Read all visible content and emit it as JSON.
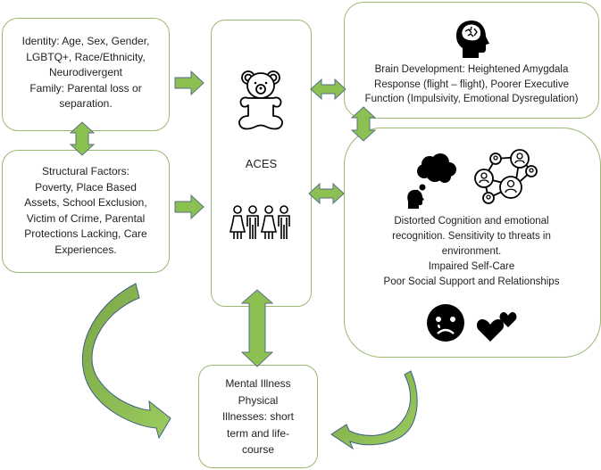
{
  "diagram": {
    "title": "ACES",
    "colors": {
      "box_border": "#9bb872",
      "arrow_fill": "#8cc152",
      "arrow_dark": "#6e9a3c",
      "arrow_outline": "#5b6f8a",
      "icon": "#000000"
    },
    "nodes": {
      "identity": {
        "lines": [
          "Identity: Age, Sex, Gender,",
          "LGBTQ+, Race/Ethnicity,",
          "Neurodivergent",
          "Family: Parental loss or",
          "separation."
        ]
      },
      "structural": {
        "lines": [
          "Structural Factors:",
          "Poverty, Place Based",
          "Assets, School Exclusion,",
          "Victim of Crime, Parental",
          "Protections Lacking, Care",
          "Experiences."
        ]
      },
      "aces": {
        "label": "ACES",
        "icons": [
          "teddy-bear-icon",
          "children-group-icon"
        ]
      },
      "brain": {
        "lines": [
          "Brain Development: Heightened Amygdala",
          "Response (flight – flight), Poorer Executive",
          "Function (Impulsivity, Emotional Dysregulation)"
        ],
        "icon": "brain-head-icon"
      },
      "cognition": {
        "lines": [
          "Distorted Cognition and emotional",
          "recognition. Sensitivity to threats in",
          "environment.",
          "Impaired Self-Care",
          "Poor Social Support and Relationships"
        ],
        "icons": [
          "thought-bubble-head-icon",
          "social-network-icon",
          "sad-face-icon",
          "hearts-icon"
        ]
      },
      "illness": {
        "lines": [
          "Mental Illness",
          "Physical",
          "Illnesses: short",
          "term and life-",
          "course"
        ]
      }
    },
    "edges": [
      {
        "from": "identity",
        "to": "aces",
        "type": "single"
      },
      {
        "from": "structural",
        "to": "aces",
        "type": "single"
      },
      {
        "from": "identity",
        "to": "structural",
        "type": "double"
      },
      {
        "from": "aces",
        "to": "brain",
        "type": "double"
      },
      {
        "from": "aces",
        "to": "cognition",
        "type": "double"
      },
      {
        "from": "brain",
        "to": "cognition",
        "type": "double"
      },
      {
        "from": "aces",
        "to": "illness",
        "type": "double"
      },
      {
        "from": "structural",
        "to": "illness",
        "type": "curved"
      },
      {
        "from": "cognition",
        "to": "illness",
        "type": "curved"
      }
    ]
  }
}
